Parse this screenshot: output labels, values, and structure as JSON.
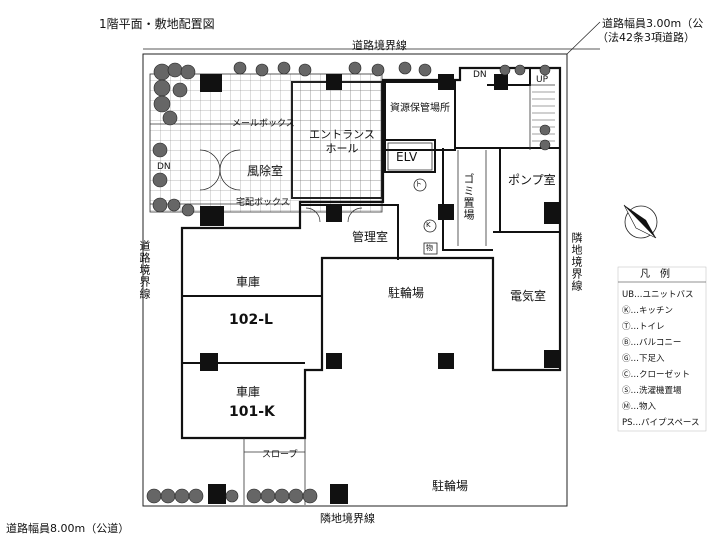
{
  "title": "1階平面・敷地配置図",
  "roads": {
    "top_road_line1": "道路幅員3.00m（公",
    "top_road_line2": "（法42条3項道路）",
    "bottom_road": "道路幅員8.00m（公道）"
  },
  "boundaries": {
    "top": "道路境界線",
    "bottom": "隣地境界線",
    "left": "道路境界線",
    "right": "隣地境界線"
  },
  "rooms": {
    "entrance_hall": "エントランスホール",
    "wind_room": "風除室",
    "mailbox": "メールボックス",
    "delivery_box": "宅配ボックス",
    "resource_storage": "資源保管場所",
    "elv": "ELV",
    "garbage": "ゴミ置場",
    "pump_room": "ポンプ室",
    "management": "管理室",
    "bicycle_parking_main": "駐輪場",
    "bicycle_parking_bottom": "駐輪場",
    "electric_room": "電気室",
    "garage_upper_label": "車庫",
    "garage_upper_unit": "102-L",
    "garage_lower_label": "車庫",
    "garage_lower_unit": "101-K",
    "slope": "スロープ",
    "dn_top": "DN",
    "dn_left": "DN",
    "up": "UP"
  },
  "symbols": {
    "toilet": "ト",
    "kitchen": "K",
    "items": "物"
  },
  "legend": {
    "title": "凡　例",
    "items": [
      "UB…ユニットバス",
      "Ⓚ…キッチン",
      "Ⓣ…トイレ",
      "Ⓑ…バルコニー",
      "Ⓖ…下足入",
      "Ⓒ…クローゼット",
      "Ⓢ…洗濯機置場",
      "Ⓜ…物入",
      "PS…パイプスペース"
    ]
  },
  "icons": {
    "north_arrow": "north-arrow-icon",
    "tree": "tree-icon",
    "column": "column-icon"
  }
}
